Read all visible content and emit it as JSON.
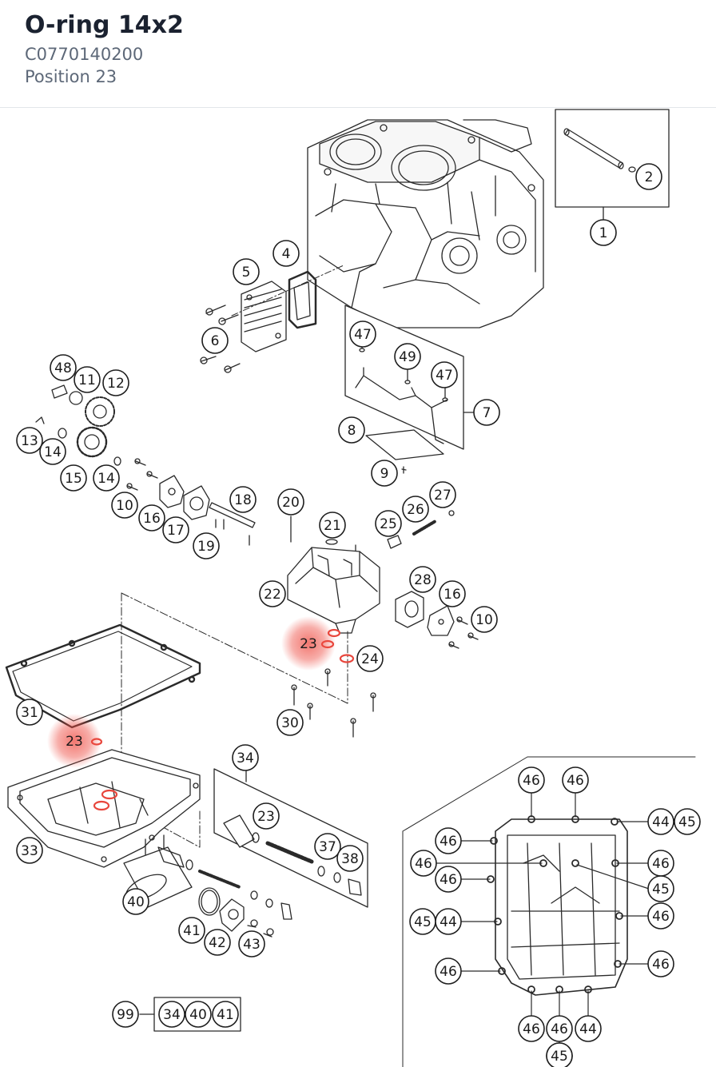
{
  "header": {
    "part_name": "O-ring 14x2",
    "part_number": "C0770140200",
    "position": "Position 23"
  },
  "highlight_color": "#e8463c",
  "callouts": [
    {
      "label": "1"
    },
    {
      "label": "2"
    },
    {
      "label": "4"
    },
    {
      "label": "5"
    },
    {
      "label": "6"
    },
    {
      "label": "47"
    },
    {
      "label": "49"
    },
    {
      "label": "47"
    },
    {
      "label": "7"
    },
    {
      "label": "8"
    },
    {
      "label": "9"
    },
    {
      "label": "48"
    },
    {
      "label": "11"
    },
    {
      "label": "12"
    },
    {
      "label": "13"
    },
    {
      "label": "14"
    },
    {
      "label": "15"
    },
    {
      "label": "14"
    },
    {
      "label": "10"
    },
    {
      "label": "16"
    },
    {
      "label": "17"
    },
    {
      "label": "18"
    },
    {
      "label": "19"
    },
    {
      "label": "20"
    },
    {
      "label": "21"
    },
    {
      "label": "25"
    },
    {
      "label": "26"
    },
    {
      "label": "27"
    },
    {
      "label": "22"
    },
    {
      "label": "28"
    },
    {
      "label": "16"
    },
    {
      "label": "10"
    },
    {
      "label": "24"
    },
    {
      "label": "30"
    },
    {
      "label": "31"
    },
    {
      "label": "34"
    },
    {
      "label": "23"
    },
    {
      "label": "37"
    },
    {
      "label": "38"
    },
    {
      "label": "33"
    },
    {
      "label": "40"
    },
    {
      "label": "41"
    },
    {
      "label": "42"
    },
    {
      "label": "43"
    },
    {
      "label": "99"
    },
    {
      "label": "34"
    },
    {
      "label": "40"
    },
    {
      "label": "41"
    },
    {
      "label": "46"
    },
    {
      "label": "46"
    },
    {
      "label": "44"
    },
    {
      "label": "45"
    },
    {
      "label": "46"
    },
    {
      "label": "46"
    },
    {
      "label": "46"
    },
    {
      "label": "46"
    },
    {
      "label": "45"
    },
    {
      "label": "46"
    },
    {
      "label": "45"
    },
    {
      "label": "44"
    },
    {
      "label": "46"
    },
    {
      "label": "46"
    },
    {
      "label": "46"
    },
    {
      "label": "46"
    },
    {
      "label": "44"
    },
    {
      "label": "46"
    },
    {
      "label": "45"
    }
  ],
  "highlighted_callouts": [
    {
      "label": "23"
    },
    {
      "label": "23"
    }
  ]
}
